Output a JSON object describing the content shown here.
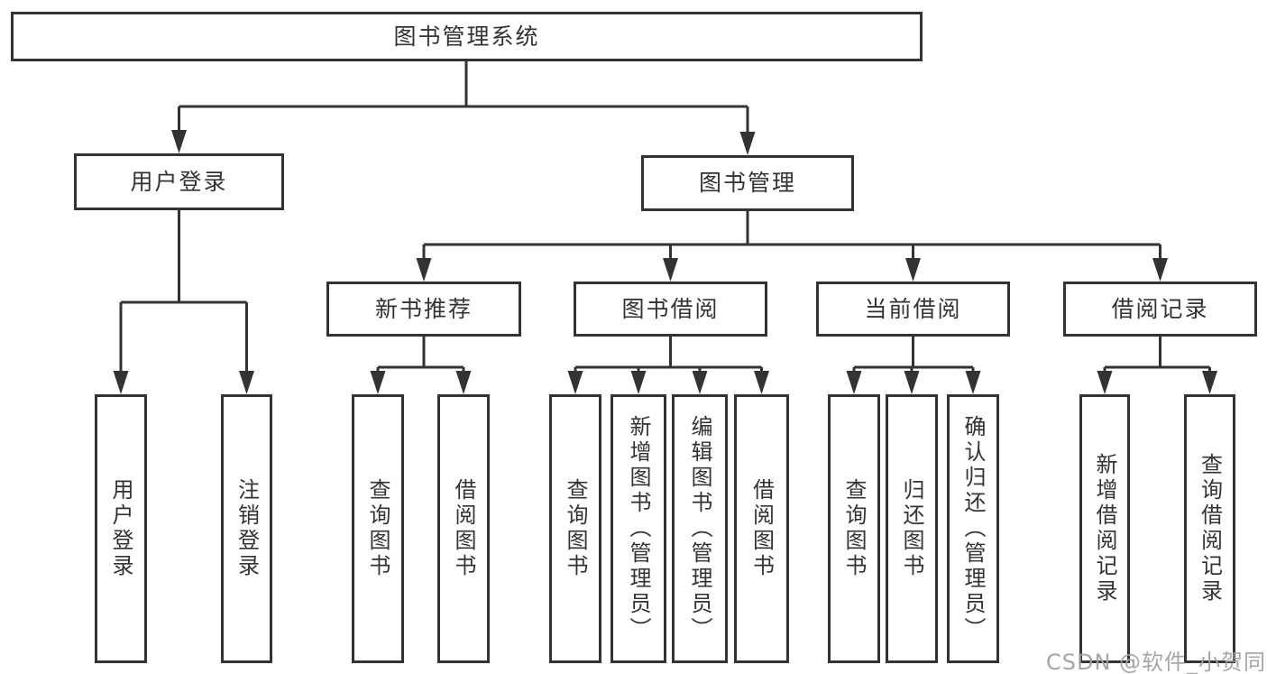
{
  "diagram": {
    "type": "hierarchy-tree",
    "title": "图书管理系统",
    "nodes": {
      "root": "图书管理系统",
      "user_login": "用户登录",
      "book_mgmt": "图书管理",
      "new_books": "新书推荐",
      "book_borrow": "图书借阅",
      "current_borrow": "当前借阅",
      "borrow_history": "借阅记录",
      "leaf_user_login": "用户登录",
      "leaf_logout": "注销登录",
      "leaf_nb_query": "查询图书",
      "leaf_nb_borrow": "借阅图书",
      "leaf_bb_query": "查询图书",
      "leaf_bb_add": "新增图书（管理员）",
      "leaf_bb_edit": "编辑图书（管理员）",
      "leaf_bb_borrow": "借阅图书",
      "leaf_cb_query": "查询图书",
      "leaf_cb_return": "归还图书",
      "leaf_cb_confirm": "确认归还（管理员）",
      "leaf_bh_add": "新增借阅记录",
      "leaf_bh_query": "查询借阅记录"
    },
    "edges": [
      {
        "from": "图书管理系统",
        "to": "用户登录"
      },
      {
        "from": "图书管理系统",
        "to": "图书管理"
      },
      {
        "from": "用户登录",
        "to": "用户登录"
      },
      {
        "from": "用户登录",
        "to": "注销登录"
      },
      {
        "from": "图书管理",
        "to": "新书推荐"
      },
      {
        "from": "图书管理",
        "to": "图书借阅"
      },
      {
        "from": "图书管理",
        "to": "当前借阅"
      },
      {
        "from": "图书管理",
        "to": "借阅记录"
      },
      {
        "from": "新书推荐",
        "to": "查询图书"
      },
      {
        "from": "新书推荐",
        "to": "借阅图书"
      },
      {
        "from": "图书借阅",
        "to": "查询图书"
      },
      {
        "from": "图书借阅",
        "to": "新增图书（管理员）"
      },
      {
        "from": "图书借阅",
        "to": "编辑图书（管理员）"
      },
      {
        "from": "图书借阅",
        "to": "借阅图书"
      },
      {
        "from": "当前借阅",
        "to": "查询图书"
      },
      {
        "from": "当前借阅",
        "to": "归还图书"
      },
      {
        "from": "当前借阅",
        "to": "确认归还（管理员）"
      },
      {
        "from": "借阅记录",
        "to": "新增借阅记录"
      },
      {
        "from": "借阅记录",
        "to": "查询借阅记录"
      }
    ],
    "colors": {
      "line": "#333333",
      "box_border": "#333333",
      "box_fill": "#ffffff",
      "text": "#333333",
      "background": "#ffffff",
      "watermark": "#9e9e9e"
    }
  },
  "watermark": "CSDN @软件_小贺同学"
}
